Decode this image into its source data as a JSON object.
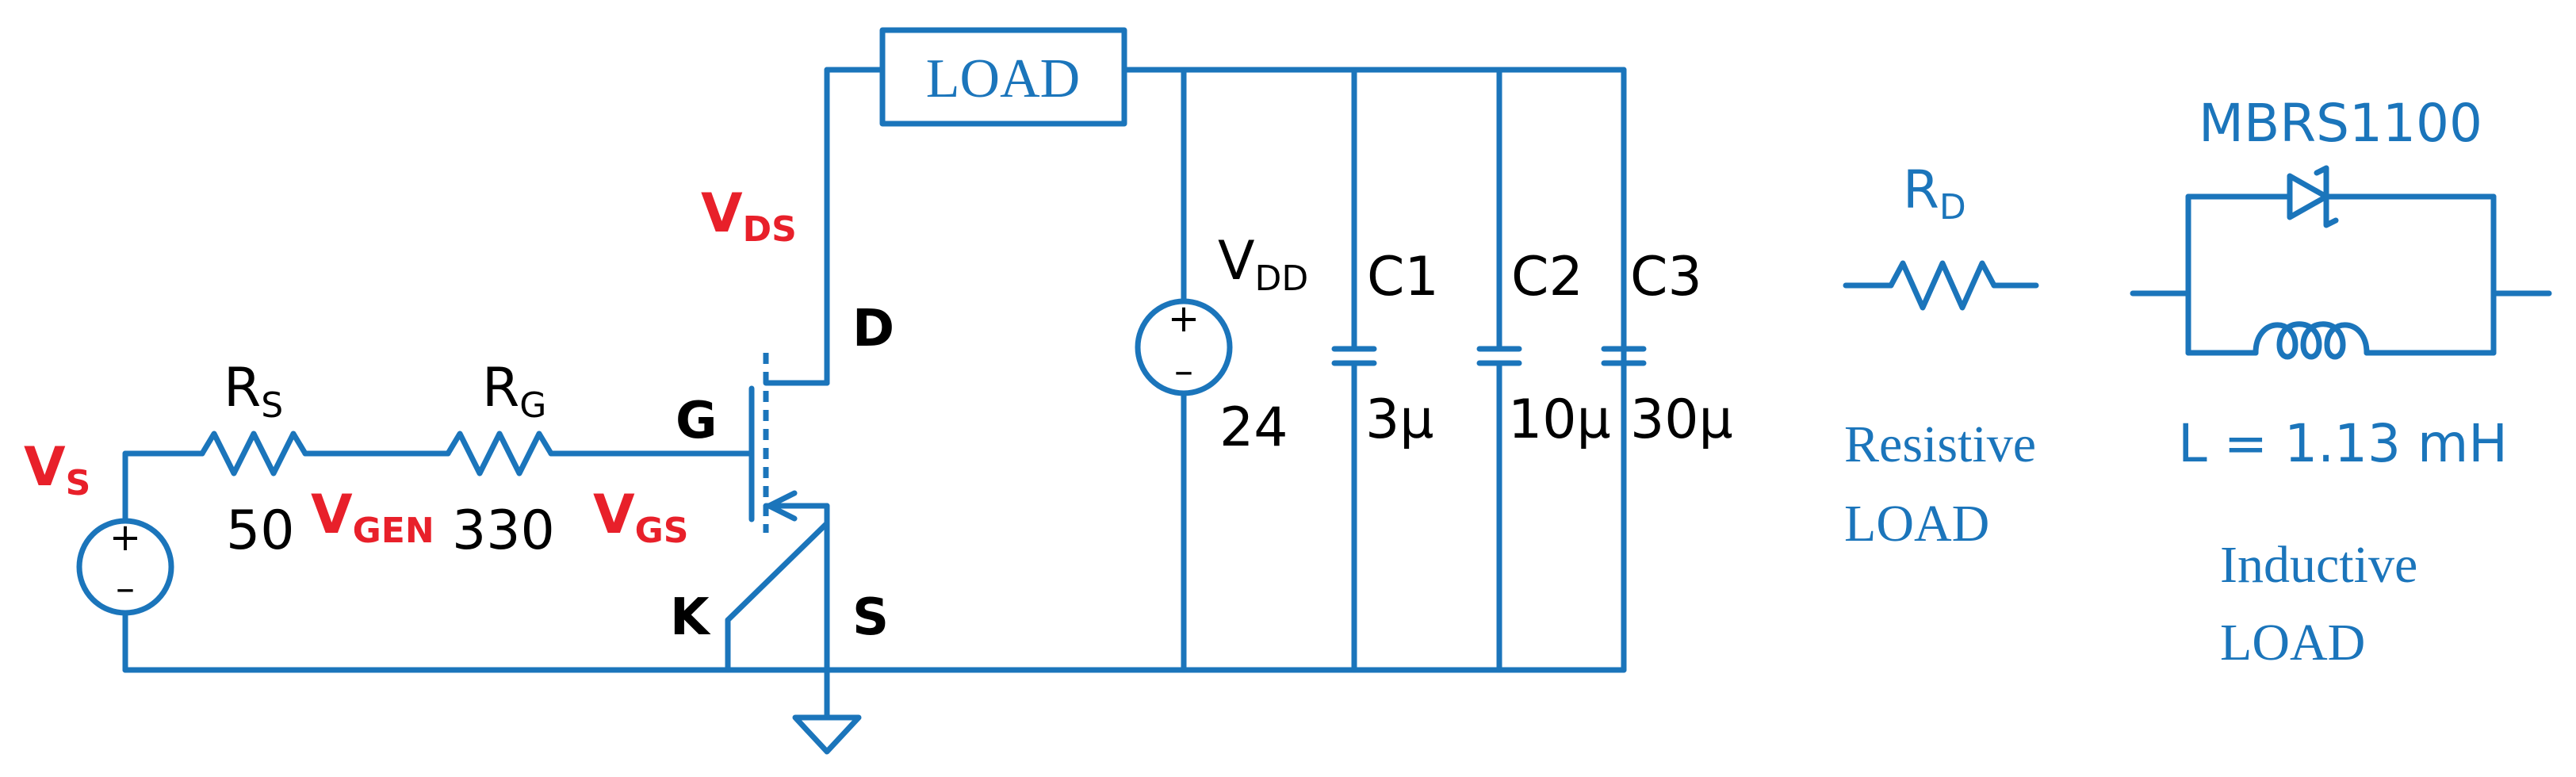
{
  "circuit": {
    "load_box": "LOAD",
    "labels": {
      "vs": {
        "main": "V",
        "sub": "S"
      },
      "vgen": {
        "main": "V",
        "sub": "GEN"
      },
      "vgs": {
        "main": "V",
        "sub": "GS"
      },
      "vds": {
        "main": "V",
        "sub": "DS"
      },
      "rs": {
        "main": "R",
        "sub": "S"
      },
      "rg": {
        "main": "R",
        "sub": "G"
      },
      "rs_value": "50",
      "rg_value": "330",
      "gate": "G",
      "drain": "D",
      "source": "S",
      "kelvin": "K",
      "vdd": {
        "main": "V",
        "sub": "DD"
      },
      "vdd_value": "24",
      "c1": "C1",
      "c2": "C2",
      "c3": "C3",
      "c1_value": "3µ",
      "c2_value": "10µ",
      "c3_value": "30µ",
      "plus": "+",
      "minus": "–"
    }
  },
  "resistive_load": {
    "rd": {
      "main": "R",
      "sub": "D"
    },
    "caption_line1": "Resistive",
    "caption_line2": "LOAD"
  },
  "inductive_load": {
    "diode": "MBRS1100",
    "inductance": "L = 1.13 mH",
    "caption_line1": "Inductive",
    "caption_line2": "LOAD"
  },
  "colors": {
    "wire": "#1b75bb",
    "highlight": "#e8202a",
    "text": "#000000"
  }
}
